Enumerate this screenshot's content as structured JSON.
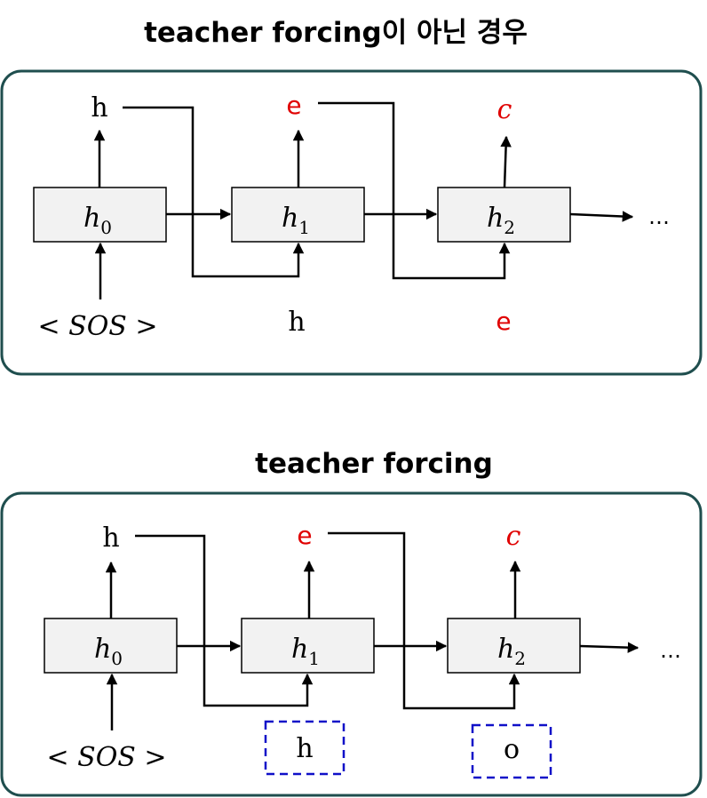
{
  "top": {
    "title": "teacher forcing이 아닌 경우",
    "cells": [
      {
        "base": "h",
        "sub": "0"
      },
      {
        "base": "h",
        "sub": "1"
      },
      {
        "base": "h",
        "sub": "2"
      }
    ],
    "outputs": [
      "h",
      "e",
      "c"
    ],
    "inputs": [
      "< SOS >",
      "h",
      "e"
    ],
    "start_token": {
      "lt": "<",
      "word": "SOS",
      "gt": ">"
    },
    "continuation": "…"
  },
  "bottom": {
    "title": "teacher forcing",
    "cells": [
      {
        "base": "h",
        "sub": "0"
      },
      {
        "base": "h",
        "sub": "1"
      },
      {
        "base": "h",
        "sub": "2"
      }
    ],
    "outputs": [
      "h",
      "e",
      "c"
    ],
    "inputs": [
      "< SOS >",
      "h",
      "o"
    ],
    "start_token": {
      "lt": "<",
      "word": "SOS",
      "gt": ">"
    },
    "continuation": "…"
  },
  "colors": {
    "panel_border": "#1f4e4e",
    "cell_fill": "#f2f2f2",
    "predicted_token": "#e00000",
    "ground_truth_box": "#1010c8"
  }
}
